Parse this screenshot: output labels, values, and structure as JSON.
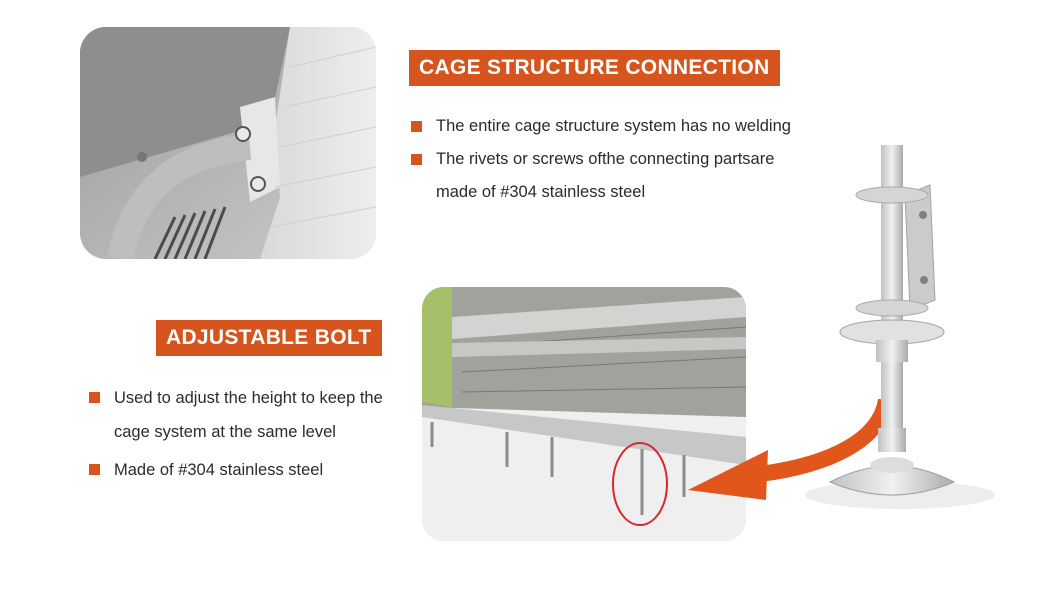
{
  "section_top": {
    "heading": "CAGE STRUCTURE CONNECTION",
    "bullets": [
      "The entire cage structure system has no welding",
      "The rivets or screws ofthe connecting partsare made of #304 stainless steel"
    ]
  },
  "section_mid": {
    "heading": "ADJUSTABLE BOLT",
    "bullets": [
      "Used to adjust the height to keep the cage system at the same level",
      "Made of #304 stainless steel"
    ]
  },
  "colors": {
    "accent": "#d6541d",
    "highlight_circle": "#d9262b"
  },
  "icons": [
    "bullet-square-icon",
    "arrow-icon"
  ]
}
